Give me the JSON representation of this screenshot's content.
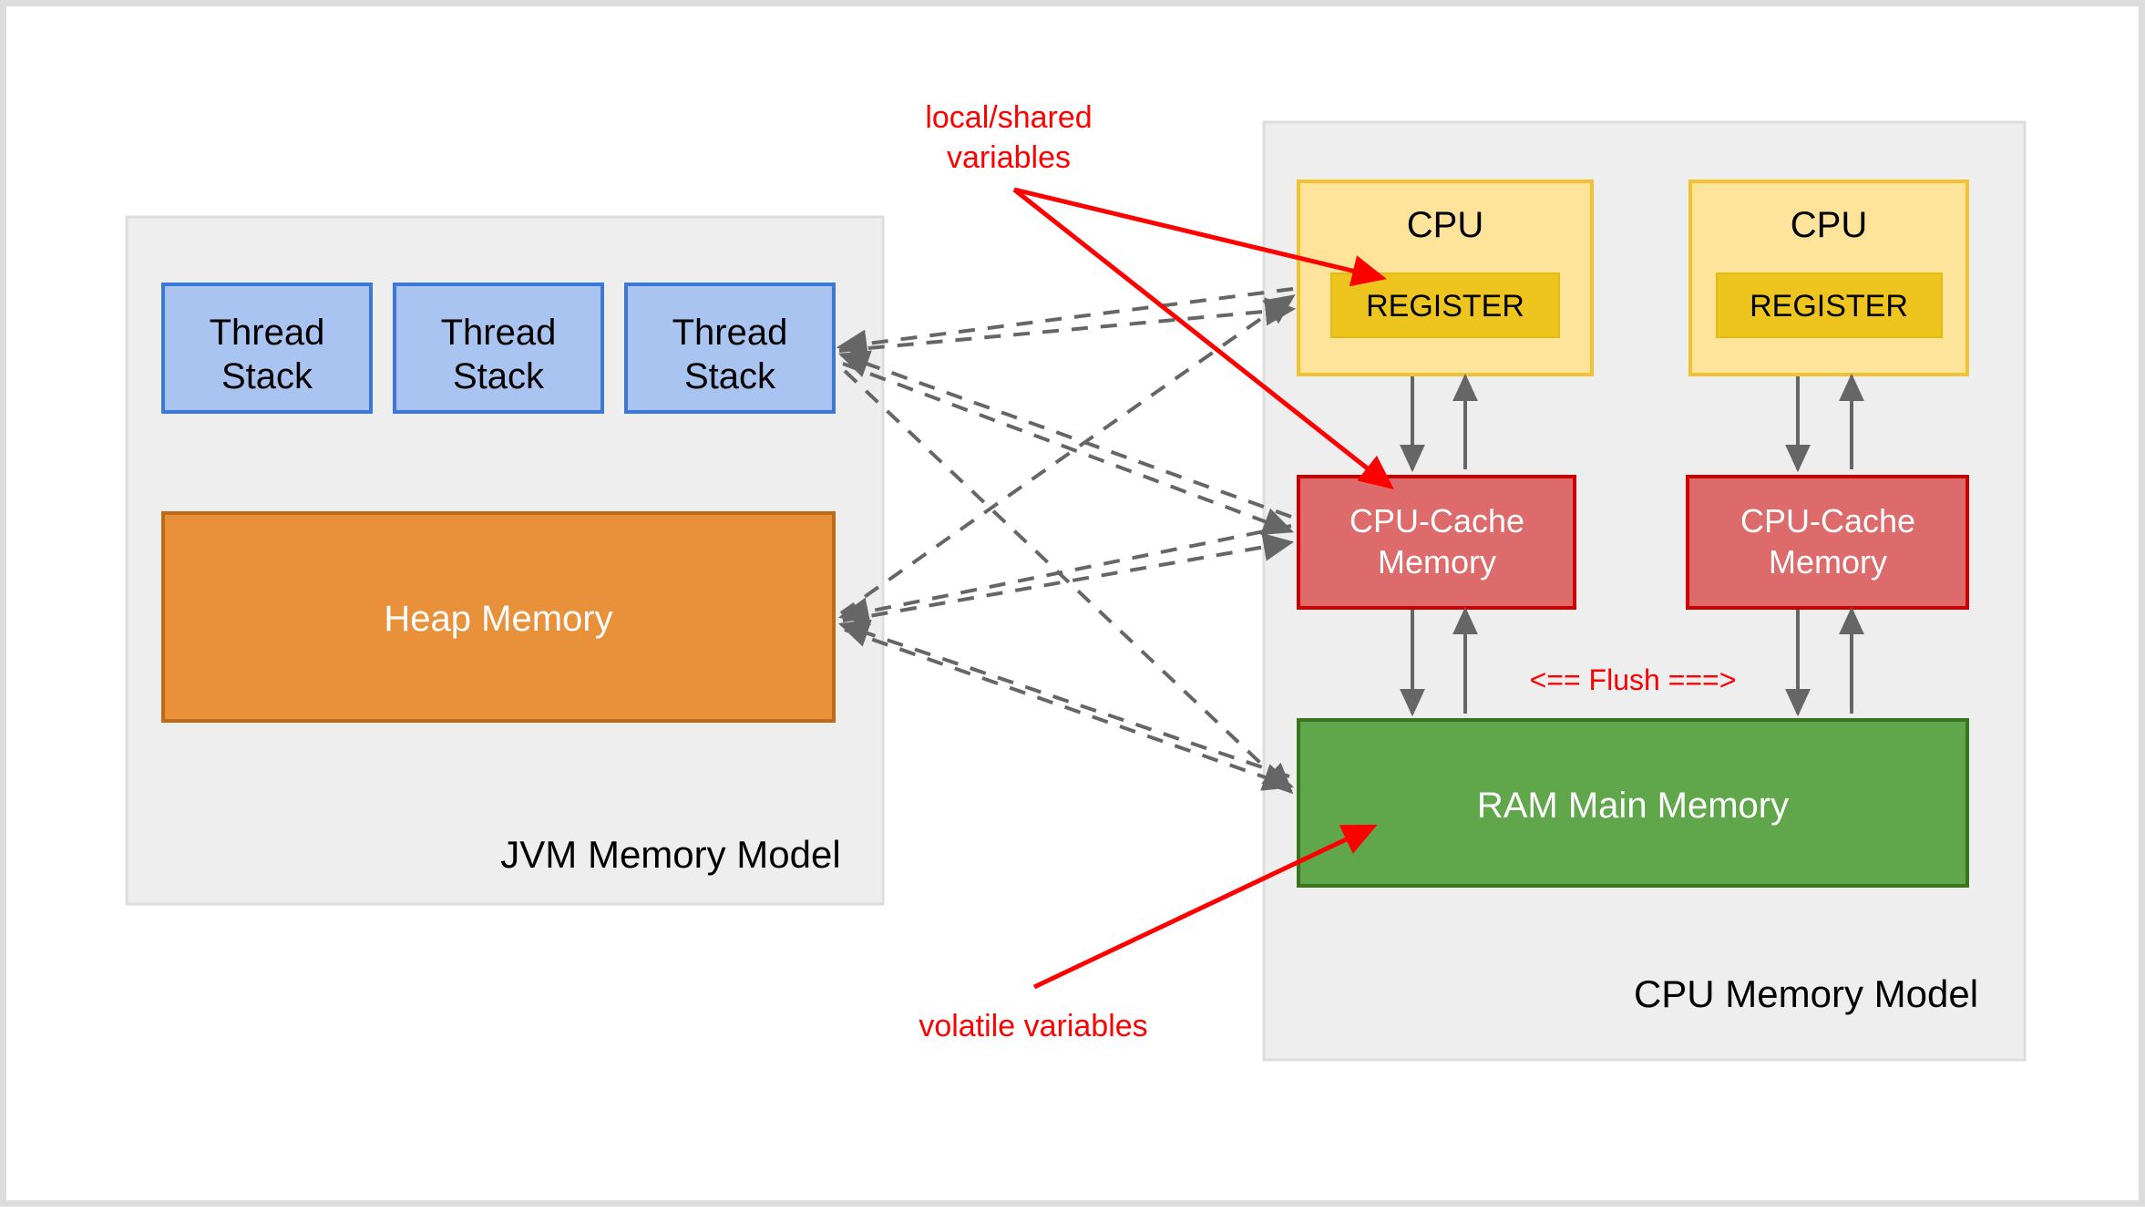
{
  "colors": {
    "canvas_background": "#ffffff",
    "canvas_border": "#dcdcdd",
    "panel_fill": "#eeeeee",
    "panel_stroke": "#dddddd",
    "thread_stack_fill": "#a9c4f0",
    "thread_stack_stroke": "#3c78d8",
    "heap_fill": "#e8913a",
    "heap_stroke": "#bf6a16",
    "cpu_fill": "#fde49a",
    "cpu_stroke": "#f1c232",
    "register_fill": "#eec41f",
    "register_stroke": "#e3bb12",
    "cache_fill": "#dd6b6b",
    "cache_stroke": "#cc0000",
    "ram_fill": "#5fa74a",
    "ram_stroke": "#38761d",
    "dashed_arrow": "#666666",
    "solid_arrow": "#666666",
    "annotation_red": "#ff0000",
    "text_dark": "#000000",
    "text_light": "#ffffff"
  },
  "jvm_panel": {
    "label": "JVM Memory Model",
    "thread_stacks": [
      {
        "line1": "Thread",
        "line2": "Stack"
      },
      {
        "line1": "Thread",
        "line2": "Stack"
      },
      {
        "line1": "Thread",
        "line2": "Stack"
      }
    ],
    "heap": {
      "label": "Heap Memory"
    }
  },
  "cpu_panel": {
    "label": "CPU Memory Model",
    "cpus": [
      {
        "title": "CPU",
        "register_label": "REGISTER",
        "cache_line1": "CPU-Cache",
        "cache_line2": "Memory"
      },
      {
        "title": "CPU",
        "register_label": "REGISTER",
        "cache_line1": "CPU-Cache",
        "cache_line2": "Memory"
      }
    ],
    "ram": {
      "label": "RAM Main Memory"
    },
    "flush_label": "<== Flush ===>"
  },
  "annotations": {
    "local_shared": {
      "line1": "local/shared",
      "line2": "variables"
    },
    "volatile": {
      "label": "volatile variables"
    }
  }
}
